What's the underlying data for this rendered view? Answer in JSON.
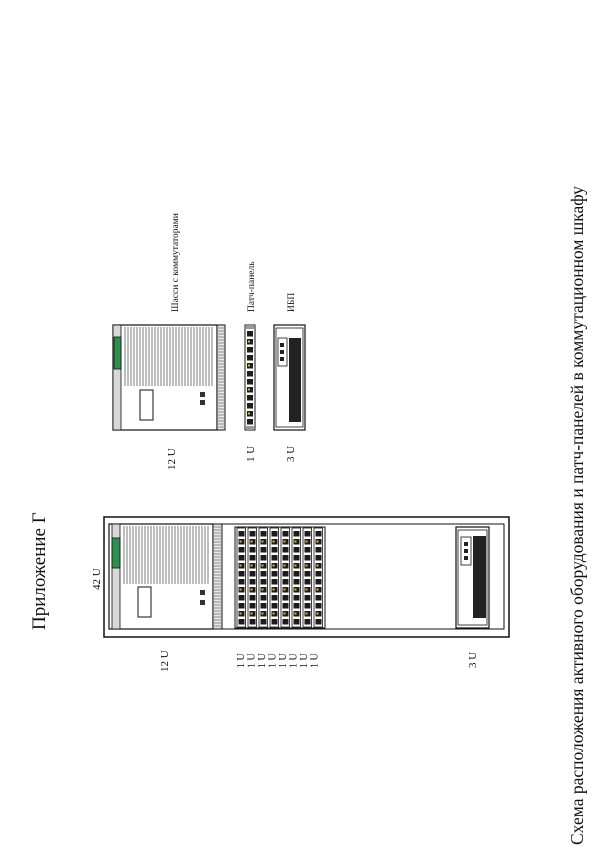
{
  "appendix_title": "Приложение Г",
  "caption": "Схема расположения активного оборудования и патч-панелей в коммутационном шкафу",
  "rack": {
    "height_label": "42 U",
    "chassis_u": "12 U",
    "patch_u_labels": [
      "1 U",
      "1 U",
      "1 U",
      "1 U",
      "1 U",
      "1 U",
      "1 U",
      "1 U"
    ],
    "ups_u": "3 U"
  },
  "legend": {
    "chassis": {
      "label": "Шасси с коммутаторами",
      "u": "12 U"
    },
    "patch_panel": {
      "label": "Патч-панель",
      "u": "1 U"
    },
    "ups": {
      "label": "ИБП",
      "u": "3 U"
    }
  },
  "colors": {
    "line": "#111111",
    "screen": "#2f8f4e",
    "panel_dark": "#222222",
    "fill_gray": "#e6e6e6"
  }
}
